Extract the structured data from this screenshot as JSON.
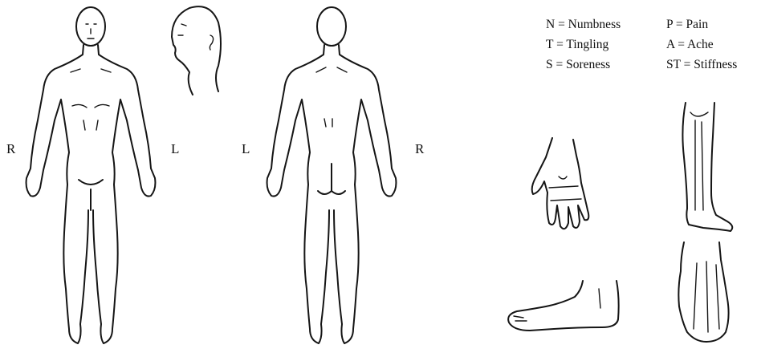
{
  "side_labels": {
    "front_right": "R",
    "front_left": "L",
    "back_left": "L",
    "back_right": "R"
  },
  "legend": [
    {
      "text": "N = Numbness"
    },
    {
      "text": "P = Pain"
    },
    {
      "text": "T = Tingling"
    },
    {
      "text": "A = Ache"
    },
    {
      "text": "S = Soreness"
    },
    {
      "text": "ST = Stiffness"
    }
  ]
}
